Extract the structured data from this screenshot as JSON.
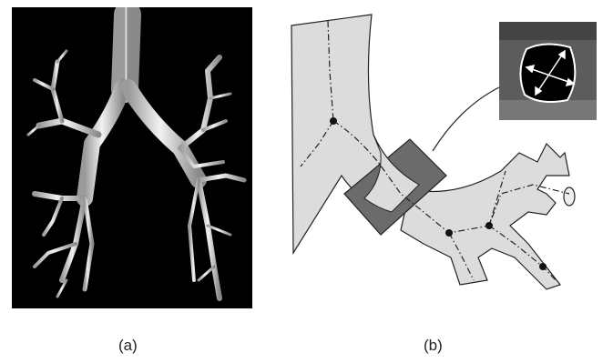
{
  "captions": {
    "a": "(a)",
    "b": "(b)"
  },
  "colors": {
    "background": "#ffffff",
    "panel_a_background": "#000000",
    "airway_fill": "#dcdcdc",
    "rotated_plane": "#6b6b6b",
    "inset_background": "#5a5a5a"
  },
  "icons": {
    "panel_a": "airway-tree-3d-render",
    "panel_b": "airway-centerline-schematic",
    "inset": "airway-cross-section-diameters"
  }
}
